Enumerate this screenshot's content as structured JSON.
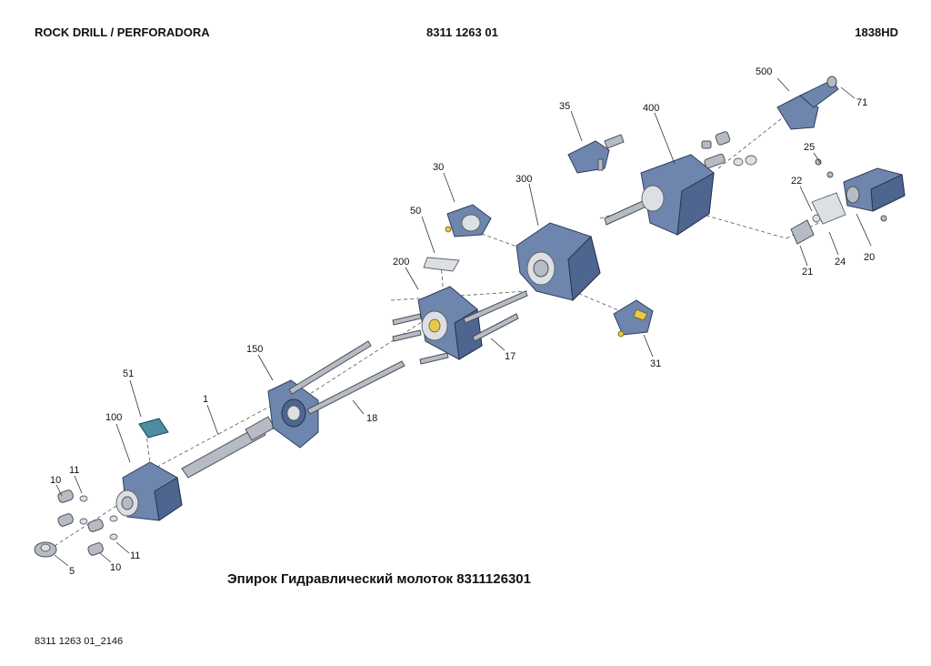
{
  "header": {
    "left": "ROCK DRILL / PERFORADORA",
    "middle": "8311 1263 01",
    "right": "1838HD"
  },
  "caption": "Эпирок Гидравлический молоток 8311126301",
  "footer": "8311 1263 01_2146",
  "callouts": {
    "c500": "500",
    "c71": "71",
    "c35": "35",
    "c400": "400",
    "c25": "25",
    "c30": "30",
    "c300": "300",
    "c22": "22",
    "c50": "50",
    "c200": "200",
    "c21": "21",
    "c24": "24",
    "c20": "20",
    "c17": "17",
    "c31": "31",
    "c150": "150",
    "c51": "51",
    "c1": "1",
    "c18": "18",
    "c100": "100",
    "c11a": "11",
    "c10a": "10",
    "c11b": "11",
    "c5": "5",
    "c10b": "10"
  },
  "colors": {
    "part_body": "#6e86ad",
    "part_dark": "#4e6590",
    "steel": "#b7bcc4",
    "fitting": "#e8c84a"
  }
}
